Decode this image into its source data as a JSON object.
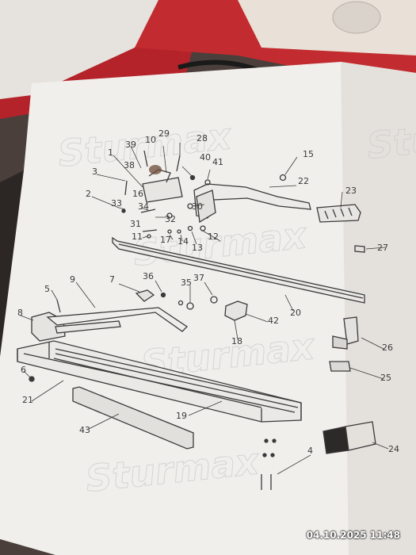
{
  "photo": {
    "subject": "Sturmax exploded-view parts diagram of a manual tile cutter",
    "brand_watermark": "Sturmax",
    "timestamp": "04.10.2025  11:48"
  },
  "part_numbers": [
    "1",
    "2",
    "3",
    "4",
    "5",
    "6",
    "7",
    "8",
    "9",
    "10",
    "11",
    "12",
    "13",
    "14",
    "15",
    "16",
    "17",
    "18",
    "19",
    "20",
    "21",
    "22",
    "23",
    "24",
    "25",
    "26",
    "27",
    "28",
    "29",
    "30",
    "31",
    "32",
    "33",
    "34",
    "35",
    "36",
    "37",
    "38",
    "39",
    "40",
    "41",
    "42",
    "43"
  ],
  "colors": {
    "table_red": "#b5232a",
    "paper": "#f1efec",
    "line_art": "#3a3a3a",
    "watermark": "#c9c9c9"
  }
}
